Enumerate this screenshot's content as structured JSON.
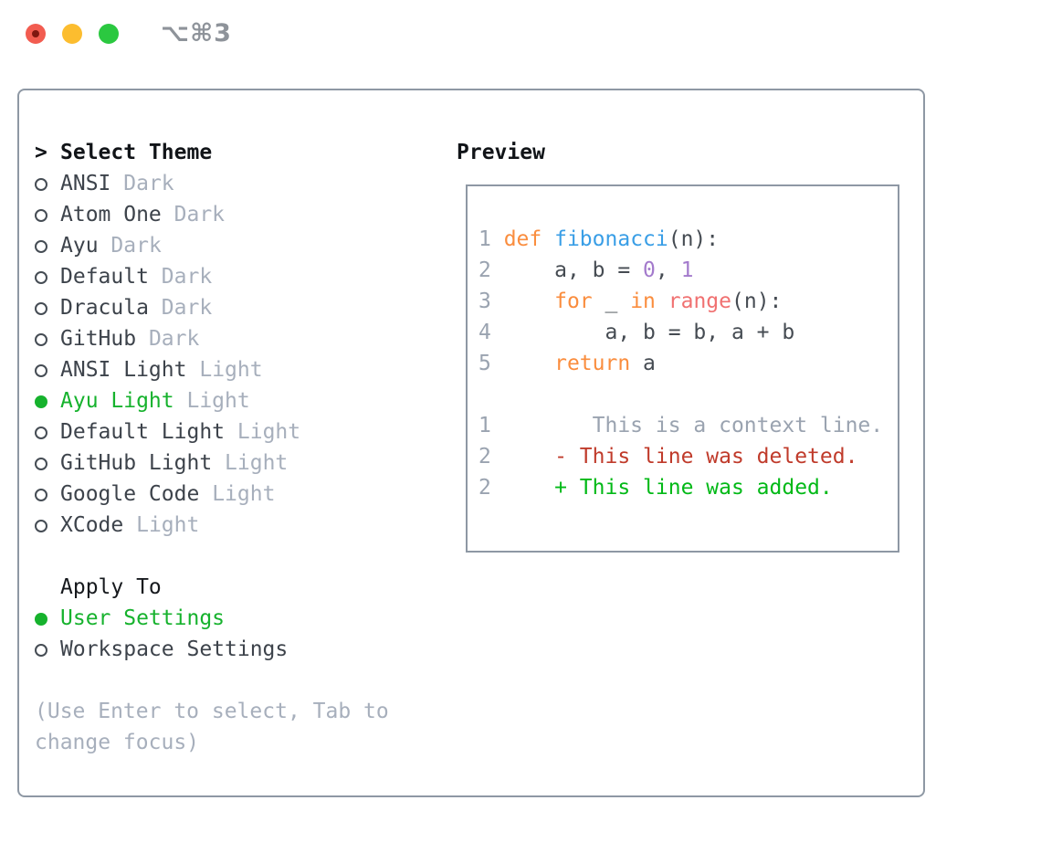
{
  "window": {
    "title": "⌥⌘3"
  },
  "theme_selector": {
    "prompt_marker": ">",
    "title": "Select Theme",
    "themes": [
      {
        "name": "ANSI",
        "variant": "Dark",
        "selected": false
      },
      {
        "name": "Atom One",
        "variant": "Dark",
        "selected": false
      },
      {
        "name": "Ayu",
        "variant": "Dark",
        "selected": false
      },
      {
        "name": "Default",
        "variant": "Dark",
        "selected": false
      },
      {
        "name": "Dracula",
        "variant": "Dark",
        "selected": false
      },
      {
        "name": "GitHub",
        "variant": "Dark",
        "selected": false
      },
      {
        "name": "ANSI Light",
        "variant": "Light",
        "selected": false
      },
      {
        "name": "Ayu Light",
        "variant": "Light",
        "selected": true
      },
      {
        "name": "Default Light",
        "variant": "Light",
        "selected": false
      },
      {
        "name": "GitHub Light",
        "variant": "Light",
        "selected": false
      },
      {
        "name": "Google Code",
        "variant": "Light",
        "selected": false
      },
      {
        "name": "XCode",
        "variant": "Light",
        "selected": false
      }
    ]
  },
  "apply_to": {
    "title": "Apply To",
    "options": [
      {
        "name": "User Settings",
        "selected": true
      },
      {
        "name": "Workspace Settings",
        "selected": false
      }
    ]
  },
  "hint": {
    "line1": "(Use Enter to select, Tab to",
    "line2": "change focus)"
  },
  "preview": {
    "title": "Preview",
    "code_lines": [
      [
        {
          "t": "1 ",
          "c": "num"
        },
        {
          "t": "def",
          "c": "kw"
        },
        {
          "t": " ",
          "c": "plain"
        },
        {
          "t": "fibonacci",
          "c": "fn"
        },
        {
          "t": "(n):",
          "c": "plain"
        }
      ],
      [
        {
          "t": "2 ",
          "c": "num"
        },
        {
          "t": "    a, b = ",
          "c": "plain"
        },
        {
          "t": "0",
          "c": "lit"
        },
        {
          "t": ", ",
          "c": "plain"
        },
        {
          "t": "1",
          "c": "lit"
        }
      ],
      [
        {
          "t": "3 ",
          "c": "num"
        },
        {
          "t": "    ",
          "c": "plain"
        },
        {
          "t": "for",
          "c": "kw"
        },
        {
          "t": " _ ",
          "c": "plain"
        },
        {
          "t": "in",
          "c": "kw"
        },
        {
          "t": " ",
          "c": "plain"
        },
        {
          "t": "range",
          "c": "call"
        },
        {
          "t": "(n):",
          "c": "plain"
        }
      ],
      [
        {
          "t": "4 ",
          "c": "num"
        },
        {
          "t": "        a, b = b, a + b",
          "c": "plain"
        }
      ],
      [
        {
          "t": "5 ",
          "c": "num"
        },
        {
          "t": "    ",
          "c": "plain"
        },
        {
          "t": "return",
          "c": "kw"
        },
        {
          "t": " a",
          "c": "plain"
        }
      ],
      [],
      [
        {
          "t": "1",
          "c": "num"
        },
        {
          "t": "        This is a context line.",
          "c": "ctx"
        }
      ],
      [
        {
          "t": "2",
          "c": "num"
        },
        {
          "t": "     ",
          "c": "plain"
        },
        {
          "t": "- This line was deleted.",
          "c": "del"
        }
      ],
      [
        {
          "t": "2",
          "c": "num"
        },
        {
          "t": "     ",
          "c": "plain"
        },
        {
          "t": "+ This line was added.",
          "c": "add"
        }
      ]
    ]
  },
  "colors": {
    "selection_green": "#16b22d",
    "added_green": "#02b917",
    "deleted_red": "#c03b2b",
    "keyword_orange": "#fa8d3e",
    "function_blue": "#399ee6",
    "builtin_coral": "#f07171",
    "literal_purple": "#a37acc",
    "muted_gray": "#a7afbc",
    "code_plain": "#454b52",
    "border_gray": "#8e98a4",
    "traffic_red": "#f25c50",
    "traffic_yellow": "#fcbd2f",
    "traffic_green": "#2bc840"
  }
}
